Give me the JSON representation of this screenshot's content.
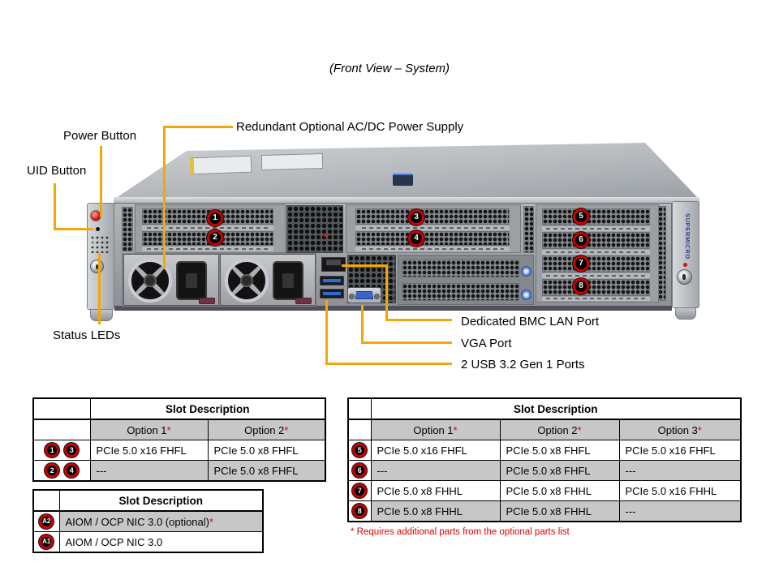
{
  "title": "(Front View – System)",
  "brand": {
    "name": "SUPERMICRO"
  },
  "marks": {
    "asterisk": "*"
  },
  "callouts": {
    "power_button": "Power Button",
    "uid_button": "UID Button",
    "psu": "Redundant Optional AC/DC Power Supply",
    "status_leds": "Status LEDs",
    "bmc_lan": "Dedicated BMC LAN Port",
    "vga": "VGA Port",
    "usb": "2 USB 3.2 Gen 1 Ports"
  },
  "slot_badges": [
    "1",
    "2",
    "3",
    "4",
    "5",
    "6",
    "7",
    "8"
  ],
  "tables": {
    "left": {
      "header": "Slot Description",
      "col_headers": [
        "Option 1",
        "Option 2"
      ],
      "rows": [
        {
          "badges": [
            "1",
            "3"
          ],
          "cells": [
            "PCIe 5.0 x16 FHFL",
            "PCIe 5.0 x8 FHFL"
          ]
        },
        {
          "badges": [
            "2",
            "4"
          ],
          "cells": [
            "---",
            "PCIe 5.0 x8 FHFL"
          ]
        }
      ]
    },
    "right": {
      "header": "Slot Description",
      "col_headers": [
        "Option 1",
        "Option 2",
        "Option 3"
      ],
      "rows": [
        {
          "badge": "5",
          "cells": [
            "PCIe 5.0 x16 FHFL",
            "PCIe 5.0 x8 FHFL",
            "PCIe 5.0 x16 FHFL"
          ]
        },
        {
          "badge": "6",
          "cells": [
            "---",
            "PCIe 5.0 x8 FHFL",
            "---"
          ]
        },
        {
          "badge": "7",
          "cells": [
            "PCIe 5.0 x8 FHHL",
            "PCIe 5.0 x8 FHHL",
            "PCIe 5.0 x16 FHHL"
          ]
        },
        {
          "badge": "8",
          "cells": [
            "PCIe 5.0 x8 FHHL",
            "PCIe 5.0 x8 FHHL",
            "---"
          ]
        }
      ]
    },
    "aiom": {
      "header": "Slot Description",
      "rows": [
        {
          "badge": "A2",
          "text": "AIOM / OCP NIC 3.0 (optional)"
        },
        {
          "badge": "A1",
          "text": "AIOM / OCP NIC 3.0"
        }
      ]
    }
  },
  "footnote": "* Requires additional parts from the optional parts list",
  "colors": {
    "callout_yellow": "#F2A70B",
    "badge_ring_red": "#CC0000",
    "table_gray": "#C7C7C7",
    "footnote_red": "#E00000"
  }
}
